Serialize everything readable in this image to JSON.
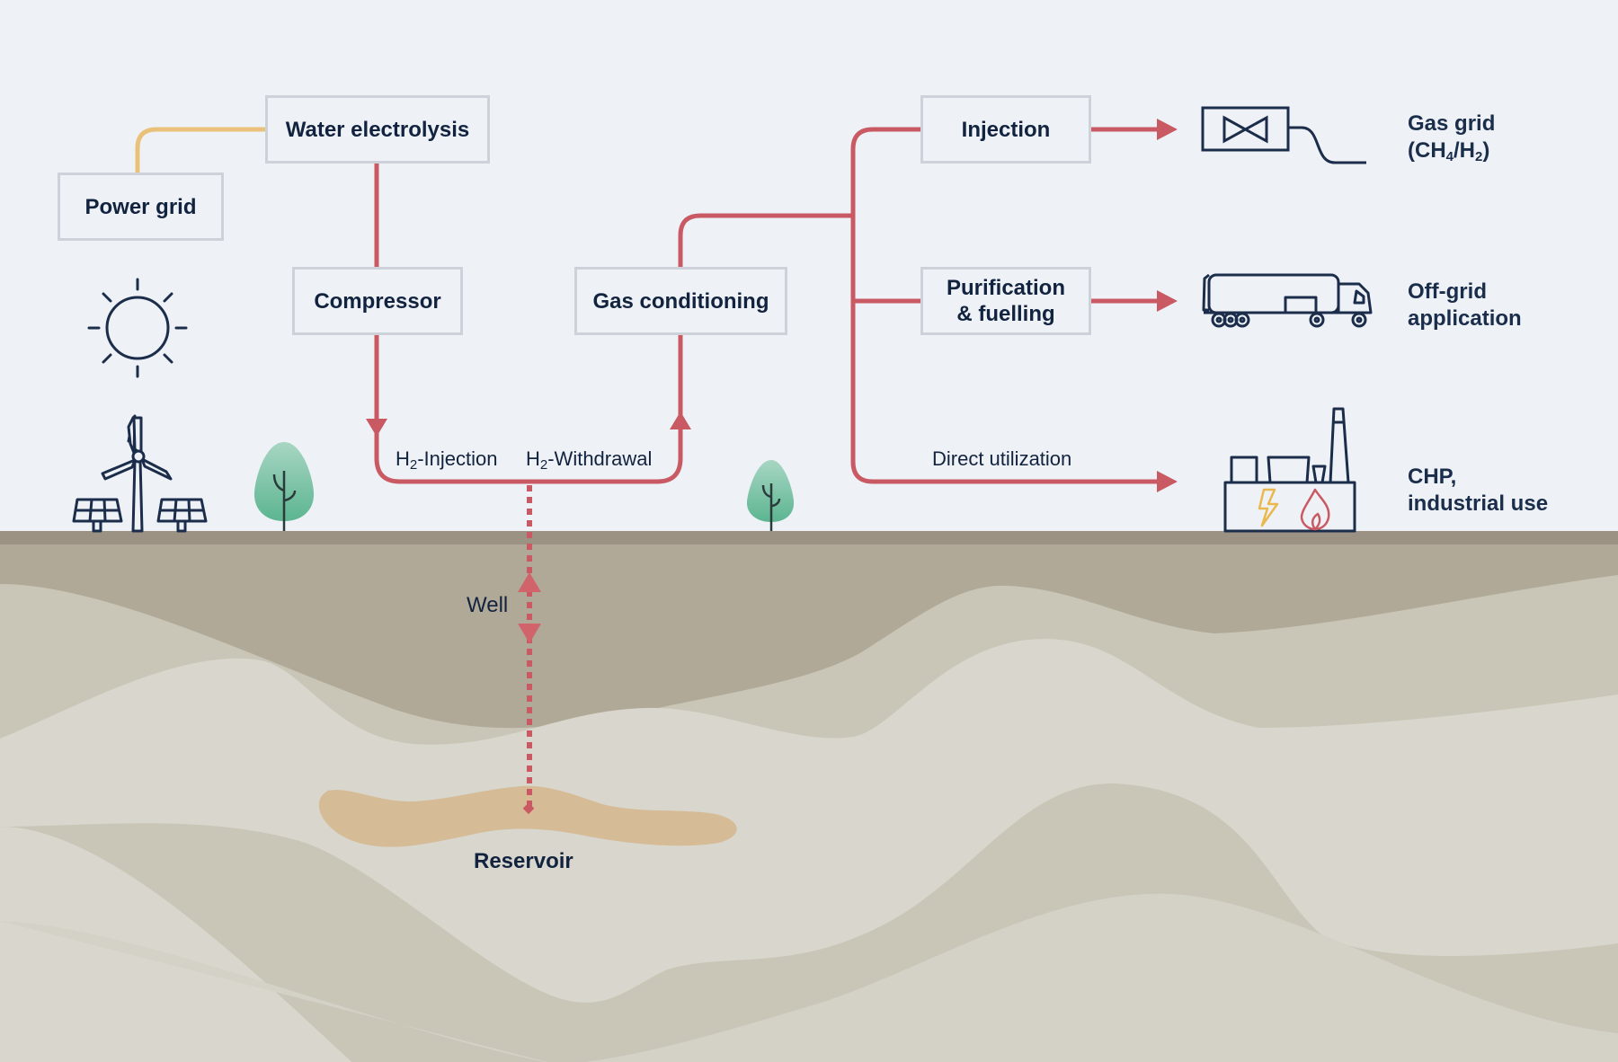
{
  "colors": {
    "background": "#eef2f6",
    "flow_line": "#c95a63",
    "power_line": "#eac17a",
    "box_border": "#cdd2da",
    "text": "#12233f",
    "icon_stroke": "#1b2d4a",
    "tree": "#6bbf9c",
    "ground_top": "#9b9283",
    "layer_1": "#b0a997",
    "layer_2": "#c9c6b8",
    "layer_3": "#d9d7cd",
    "reservoir": "#d5bb96",
    "lightning": "#eab84e",
    "flame": "#c95a63"
  },
  "nodes": {
    "power_grid": "Power grid",
    "water_electrolysis": "Water electrolysis",
    "compressor": "Compressor",
    "gas_conditioning": "Gas conditioning",
    "injection": "Injection",
    "purification_line1": "Purification",
    "purification_line2": "& fuelling"
  },
  "flow_labels": {
    "h2_injection_prefix": "H",
    "h2_injection_sub": "2",
    "h2_injection_suffix": "-Injection",
    "h2_withdrawal_prefix": "H",
    "h2_withdrawal_sub": "2",
    "h2_withdrawal_suffix": "-Withdrawal",
    "direct_utilization": "Direct utilization",
    "well": "Well",
    "reservoir": "Reservoir"
  },
  "destinations": {
    "gas_grid_line1": "Gas grid",
    "gas_grid_line2_a": "(CH",
    "gas_grid_line2_sub1": "4",
    "gas_grid_line2_b": "/H",
    "gas_grid_line2_sub2": "2",
    "gas_grid_line2_c": ")",
    "off_grid_line1": "Off-grid",
    "off_grid_line2": "application",
    "chp_line1": "CHP,",
    "chp_line2": "industrial use"
  },
  "icons": [
    "sun-icon",
    "wind-turbine-icon",
    "solar-panel-icon",
    "tree-icon",
    "valve-icon",
    "tanker-truck-icon",
    "factory-icon",
    "lightning-icon",
    "flame-icon"
  ]
}
